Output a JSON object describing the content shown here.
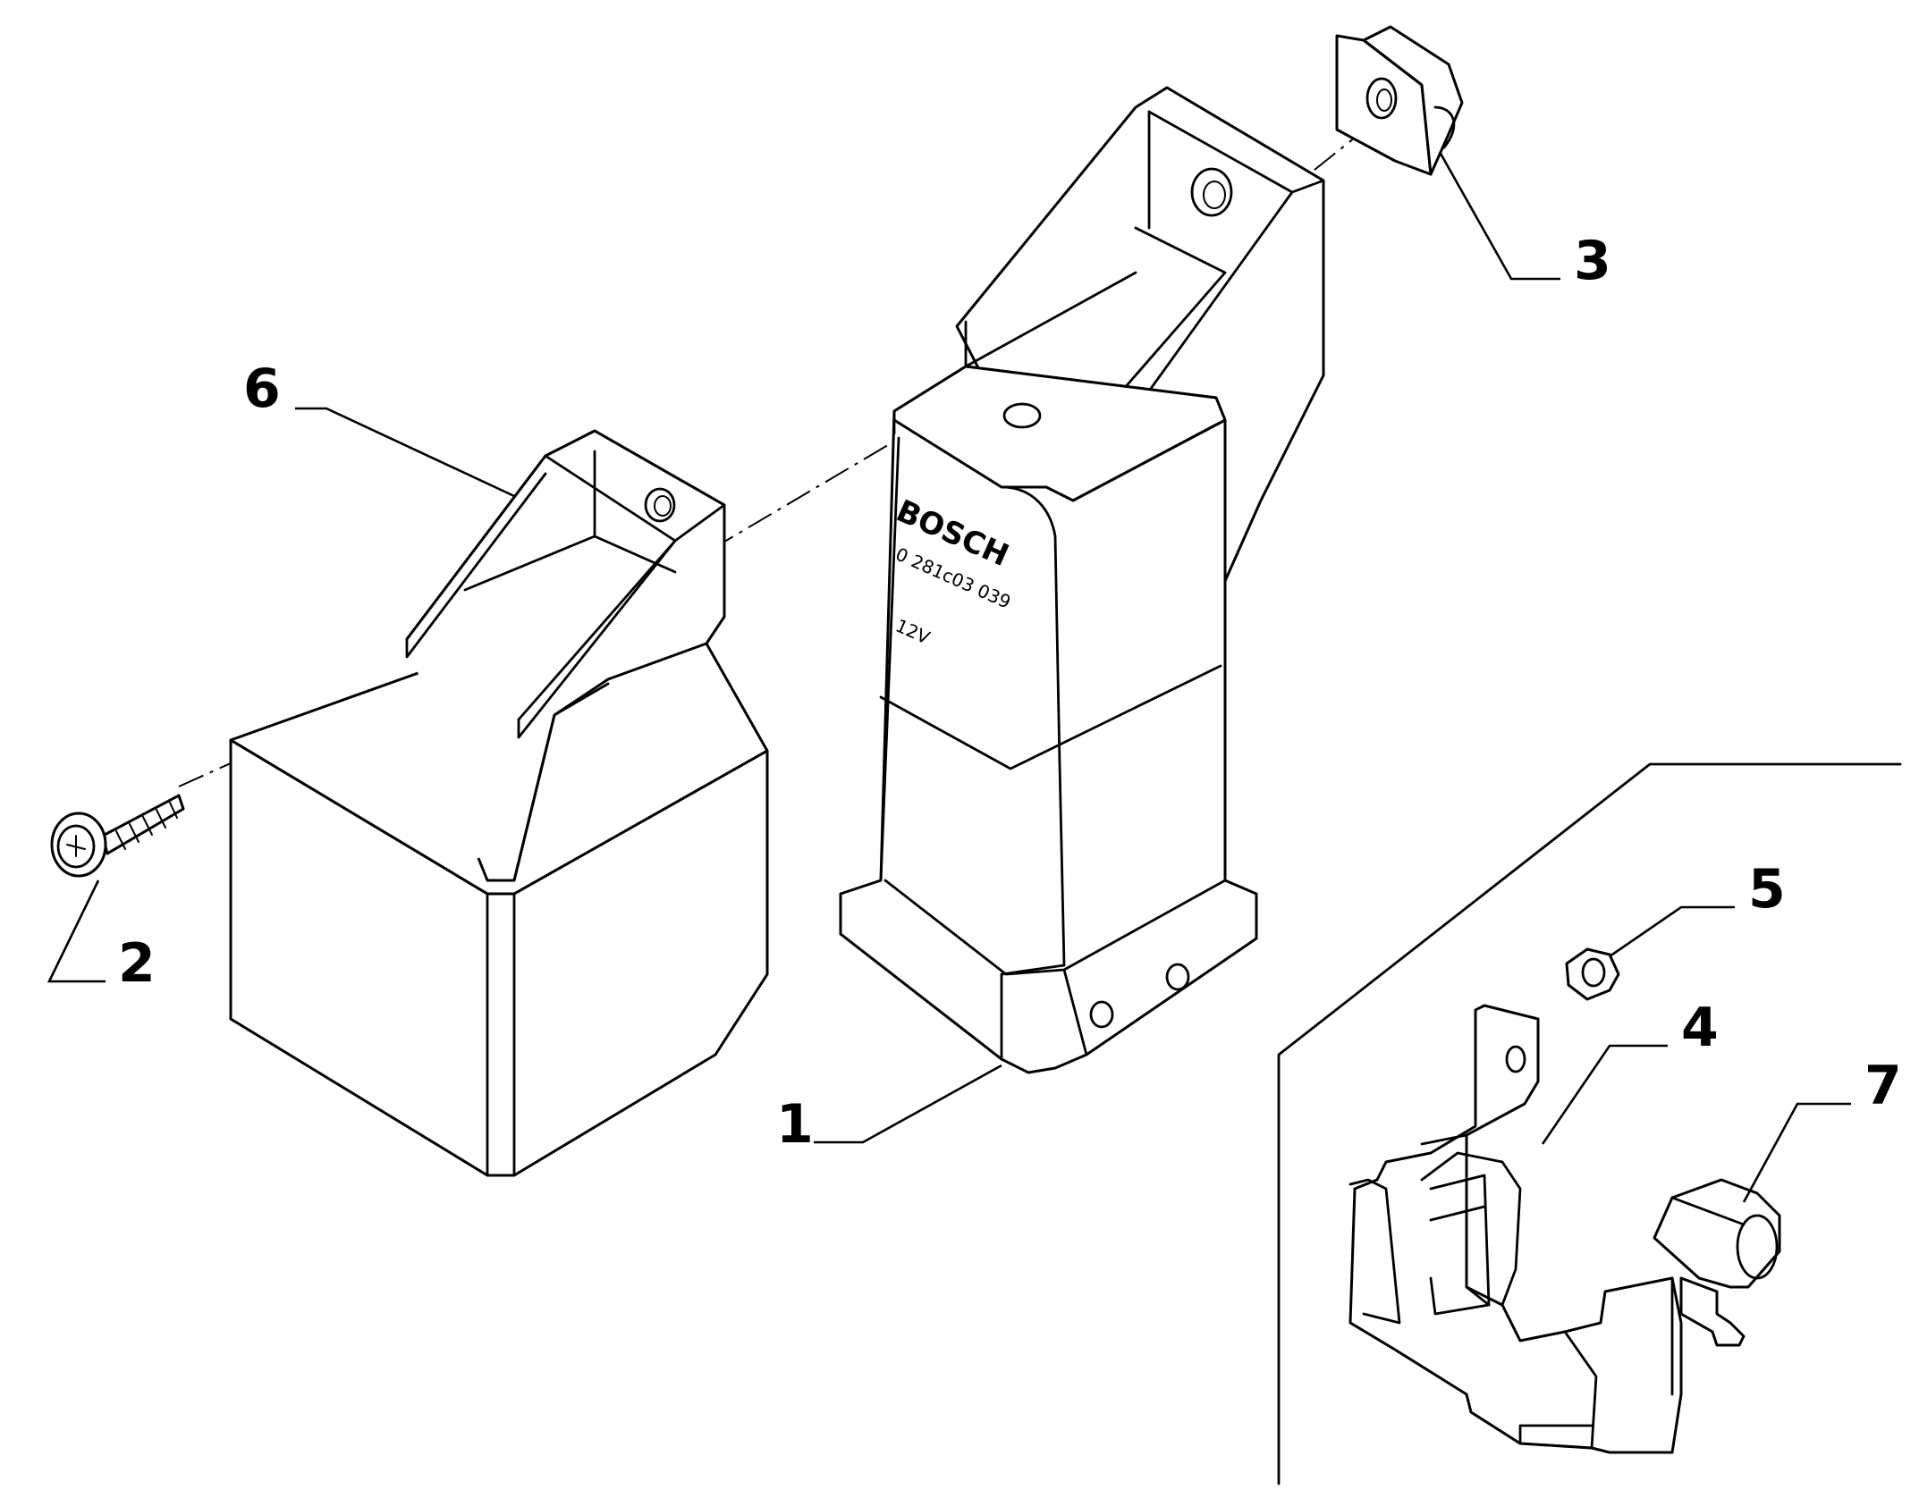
{
  "callouts": {
    "p1": "1",
    "p2": "2",
    "p3": "3",
    "p4": "4",
    "p5": "5",
    "p6": "6",
    "p7": "7"
  },
  "relay_labels": {
    "brand": "BOSCH",
    "part_number": "0 281c03 039",
    "voltage": "12V"
  },
  "icons": {
    "screw_head": "phillips-screw-icon"
  }
}
